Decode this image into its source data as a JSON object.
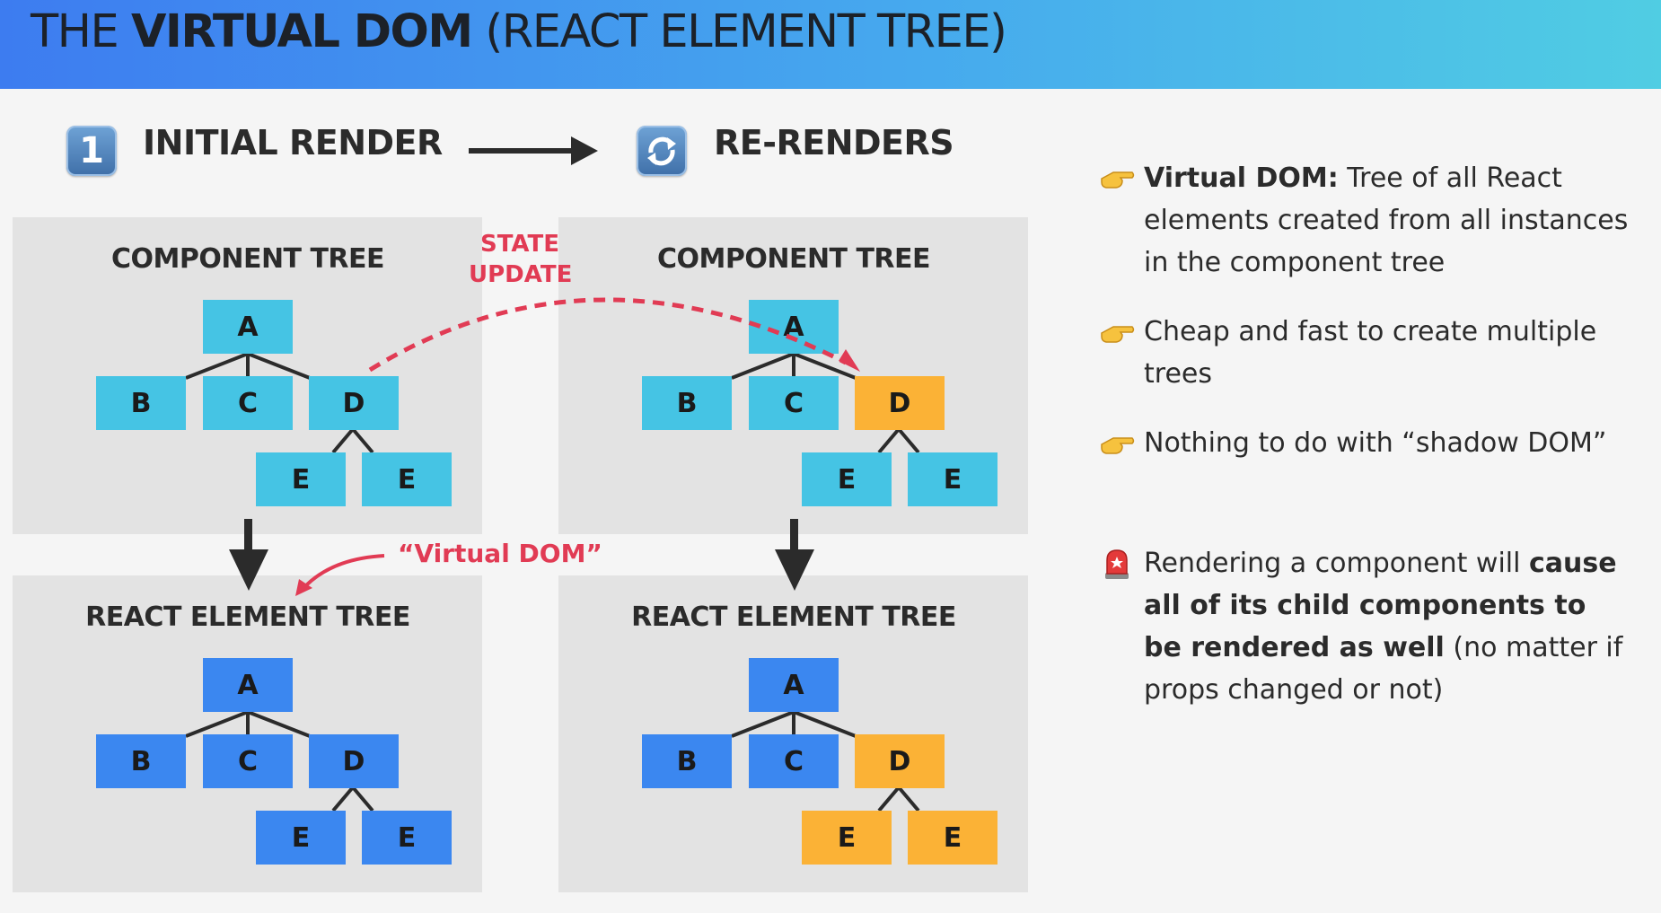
{
  "header": {
    "title_pre": "THE ",
    "title_bold": "VIRTUAL DOM",
    "title_post": " (REACT ELEMENT TREE)"
  },
  "phases": {
    "initial_number": "1",
    "initial_label": "INITIAL RENDER",
    "rerender_label": "RE-RENDERS"
  },
  "panels": {
    "component_tree_title": "COMPONENT TREE",
    "element_tree_title": "REACT ELEMENT TREE"
  },
  "annotations": {
    "state_update": "STATE\nUPDATE",
    "virtual_dom": "“Virtual DOM”"
  },
  "trees": {
    "initial_component": {
      "a": "A",
      "b": "B",
      "c": "C",
      "d": "D",
      "e1": "E",
      "e2": "E"
    },
    "initial_element": {
      "a": "A",
      "b": "B",
      "c": "C",
      "d": "D",
      "e1": "E",
      "e2": "E"
    },
    "rerender_component": {
      "a": "A",
      "b": "B",
      "c": "C",
      "d": "D",
      "e1": "E",
      "e2": "E"
    },
    "rerender_element": {
      "a": "A",
      "b": "B",
      "c": "C",
      "d": "D",
      "e1": "E",
      "e2": "E"
    }
  },
  "bullets": [
    {
      "icon": "pointing-hand-icon",
      "bold": "Virtual DOM:",
      "text": " Tree of all React elements created from all instances in the component tree"
    },
    {
      "icon": "pointing-hand-icon",
      "bold": "",
      "text": "Cheap and fast to create multiple trees"
    },
    {
      "icon": "pointing-hand-icon",
      "bold": "",
      "text": "Nothing to do with “shadow DOM”"
    }
  ],
  "warning": {
    "icon": "siren-icon",
    "text_pre": "Rendering a component will ",
    "text_bold": "cause all of its child components to be rendered as well",
    "text_post": " (no matter if props changed or not)"
  },
  "colors": {
    "component_node": "#45c4e4",
    "element_node": "#3b87f0",
    "updated_node": "#fbb236",
    "annotation_red": "#e13b54",
    "panel_bg": "#e3e3e3"
  }
}
